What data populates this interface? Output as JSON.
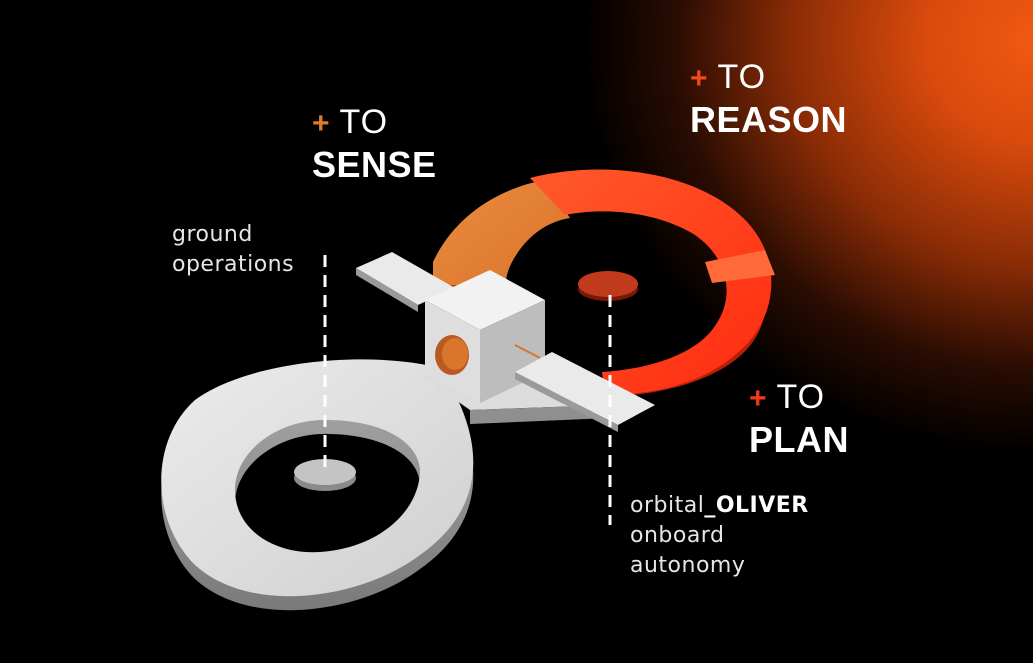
{
  "colors": {
    "background": "#000000",
    "glow": "#f05a12",
    "sense_plus": "#e07a2c",
    "reason_plus": "#f04a1c",
    "plan_plus": "#f03a1a",
    "loop_grey": "#d9d9d9",
    "ring_red": "#ff3a1c",
    "ring_orange": "#e8843a"
  },
  "labels": {
    "sense": {
      "plus": "+",
      "to": "TO",
      "word": "SENSE"
    },
    "reason": {
      "plus": "+",
      "to": "TO",
      "word": "REASON"
    },
    "plan": {
      "plus": "+",
      "to": "TO",
      "word": "PLAN"
    }
  },
  "captions": {
    "ground": {
      "line1": "ground",
      "line2": "operations"
    },
    "oliver": {
      "prefix": "orbital",
      "name": "_OLIVER",
      "line2": "onboard",
      "line3": "autonomy"
    }
  },
  "icons": {
    "satellite": "satellite-icon",
    "ground_loop": "ground-loop-icon",
    "onboard_ring": "onboard-ring-icon"
  }
}
